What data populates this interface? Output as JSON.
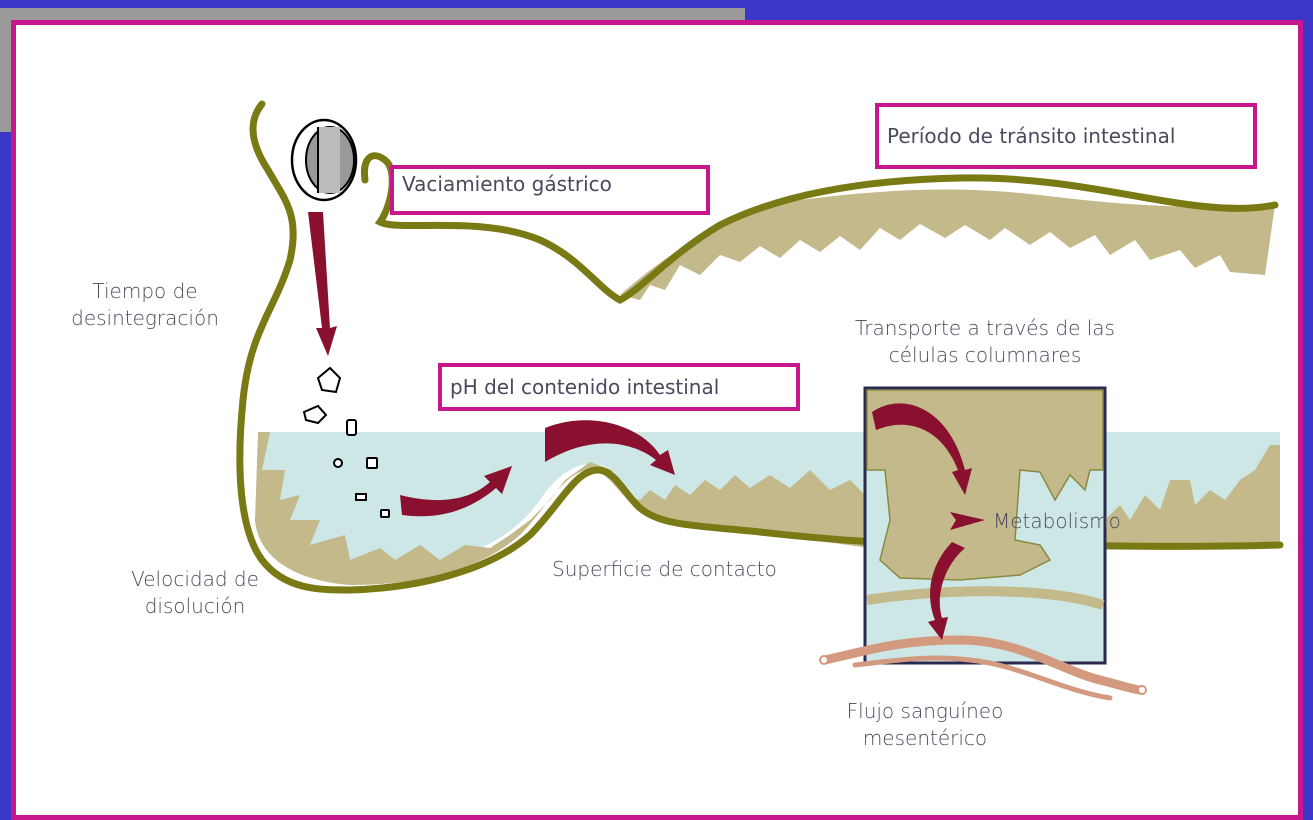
{
  "colors": {
    "background": "#3a36c8",
    "frame": "#c8168c",
    "gut_wall": "#7a7a14",
    "villi": "#c3b98a",
    "lumen": "#cde6e6",
    "arrow": "#8a1030",
    "blood_vessel": "#d49a80"
  },
  "labels": {
    "gastric_emptying": "Vaciamiento gástrico",
    "transit_period": "Período de tránsito intestinal",
    "disintegration_time": "Tiempo de\ndesintegración",
    "intestinal_ph": "pH del contenido intestinal",
    "columnar_transport": "Transporte a través de las\ncélulas columnares",
    "metabolism": "Metabolismo",
    "dissolution_rate": "Velocidad de\ndisolución",
    "contact_surface": "Superficie de contacto",
    "mesenteric_flow": "Flujo sanguíneo\nmesentérico"
  },
  "icons": {
    "tablet": "tablet-icon",
    "particles": "particle-icon"
  }
}
